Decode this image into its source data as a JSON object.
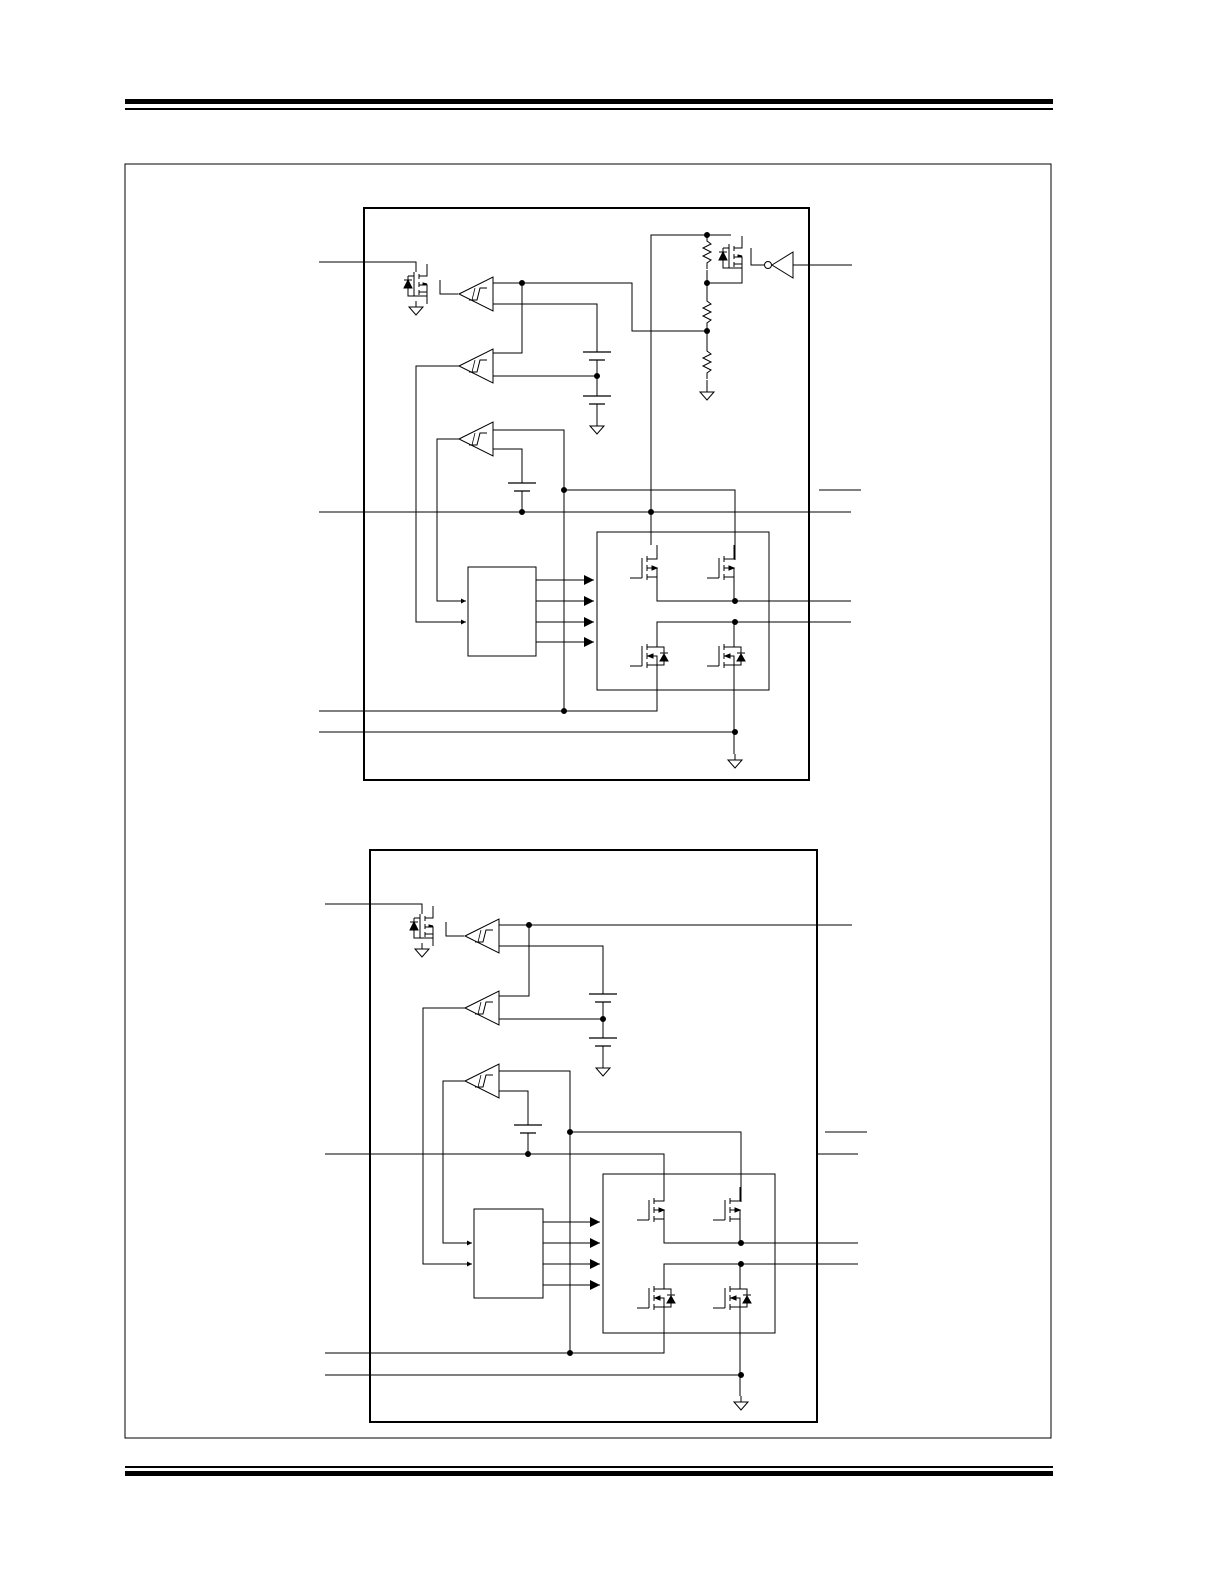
{
  "page": {
    "header_rules": "double",
    "footer_rules": "double"
  },
  "figure": {
    "caption": "",
    "diagrams": [
      {
        "name": "upper-block-diagram",
        "variant": "with-enable-inverter-and-divider"
      },
      {
        "name": "lower-block-diagram",
        "variant": "direct-output"
      }
    ]
  },
  "colors": {
    "ink": "#000000",
    "paper": "#ffffff"
  }
}
